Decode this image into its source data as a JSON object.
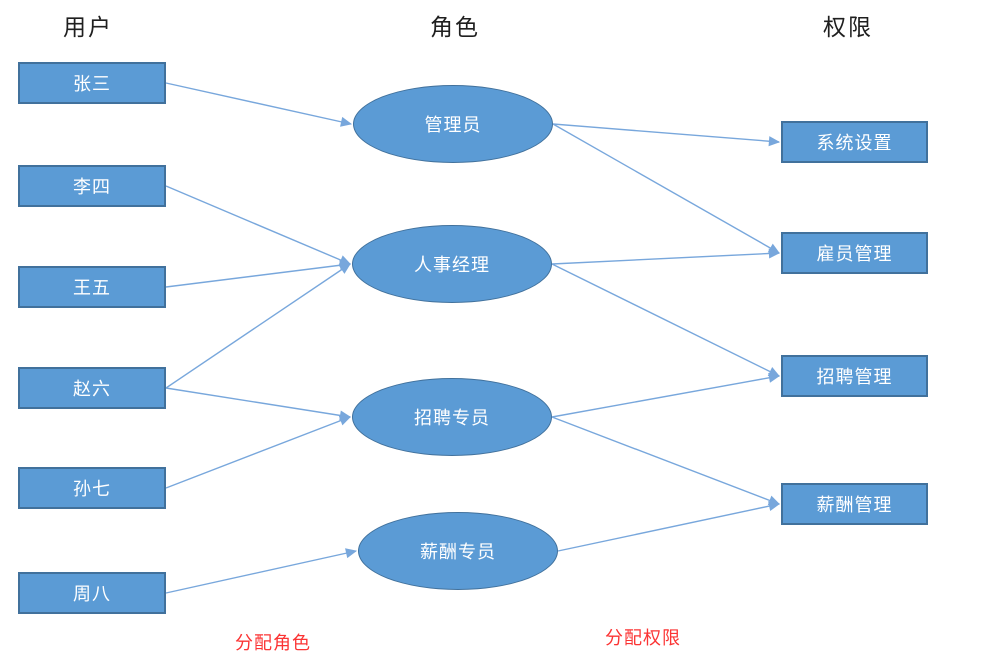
{
  "headers": {
    "users": "用户",
    "roles": "角色",
    "permissions": "权限"
  },
  "users": [
    {
      "id": "zhangsan",
      "label": "张三"
    },
    {
      "id": "lisi",
      "label": "李四"
    },
    {
      "id": "wangwu",
      "label": "王五"
    },
    {
      "id": "zhaoliu",
      "label": "赵六"
    },
    {
      "id": "sunqi",
      "label": "孙七"
    },
    {
      "id": "zhouba",
      "label": "周八"
    }
  ],
  "roles": [
    {
      "id": "admin",
      "label": "管理员"
    },
    {
      "id": "hr-manager",
      "label": "人事经理"
    },
    {
      "id": "recruit-spec",
      "label": "招聘专员"
    },
    {
      "id": "comp-spec",
      "label": "薪酬专员"
    }
  ],
  "permissions": [
    {
      "id": "sys-settings",
      "label": "系统设置"
    },
    {
      "id": "employee-mgmt",
      "label": "雇员管理"
    },
    {
      "id": "recruit-mgmt",
      "label": "招聘管理"
    },
    {
      "id": "comp-mgmt",
      "label": "薪酬管理"
    }
  ],
  "edges": {
    "user_role": [
      [
        "zhangsan",
        "admin"
      ],
      [
        "lisi",
        "hr-manager"
      ],
      [
        "wangwu",
        "hr-manager"
      ],
      [
        "zhaoliu",
        "hr-manager"
      ],
      [
        "zhaoliu",
        "recruit-spec"
      ],
      [
        "sunqi",
        "recruit-spec"
      ],
      [
        "zhouba",
        "comp-spec"
      ]
    ],
    "role_permission": [
      [
        "admin",
        "sys-settings"
      ],
      [
        "admin",
        "employee-mgmt"
      ],
      [
        "hr-manager",
        "employee-mgmt"
      ],
      [
        "hr-manager",
        "recruit-mgmt"
      ],
      [
        "recruit-spec",
        "recruit-mgmt"
      ],
      [
        "recruit-spec",
        "comp-mgmt"
      ],
      [
        "comp-spec",
        "comp-mgmt"
      ]
    ]
  },
  "annotations": {
    "assign_role": "分配角色",
    "assign_permission": "分配权限"
  },
  "colors": {
    "node_fill": "#5b9bd5",
    "node_border": "#41719c",
    "edge": "#78a7dc",
    "annotation_red": "#fb3434",
    "header_text": "#1f1f1f",
    "node_text": "#ffffff"
  }
}
